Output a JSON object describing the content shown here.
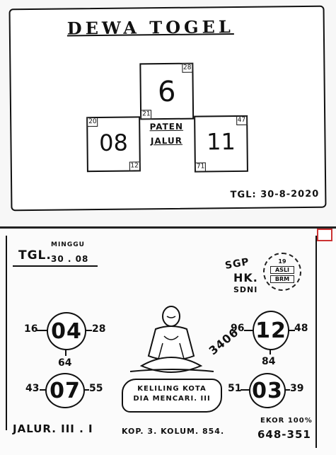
{
  "top": {
    "title": "DEWA TOGEL",
    "center": {
      "number": "6",
      "corner_top_right": "28",
      "corner_bottom_left": "21"
    },
    "left": {
      "number": "08",
      "corner_top_left": "20",
      "corner_bottom_right": "12"
    },
    "right": {
      "number": "11",
      "corner_top_right": "47",
      "corner_bottom_left": "71"
    },
    "label_line1": "PATEN",
    "label_line2": "JALUR",
    "date": "TGL: 30-8-2020"
  },
  "bottom": {
    "tgl_label": "TGL.",
    "day": "MINGGU",
    "date": "30 . 08",
    "sgp": "SGP",
    "hk": "HK.",
    "sdni": "SDNI",
    "stamp_top": "19",
    "stamp_mid": "ASLI",
    "stamp_bottom": "BRM",
    "circles": [
      {
        "value": "04",
        "left": "16",
        "right": "28",
        "below": "64"
      },
      {
        "value": "12",
        "left": "96",
        "right": "48",
        "below": "84"
      },
      {
        "value": "07",
        "left": "43",
        "right": "55",
        "below": ""
      },
      {
        "value": "03",
        "left": "51",
        "right": "39",
        "below": ""
      }
    ],
    "diagonal_number": "3406",
    "banner_line1": "KELILING KOTA",
    "banner_line2": "DIA MENCARI. III",
    "jalur": "JALUR. III . I",
    "kop": "KOP. 3. KOLUM. 854.",
    "ekor": "EKOR 100%",
    "ekor_numbers": "648-351"
  }
}
